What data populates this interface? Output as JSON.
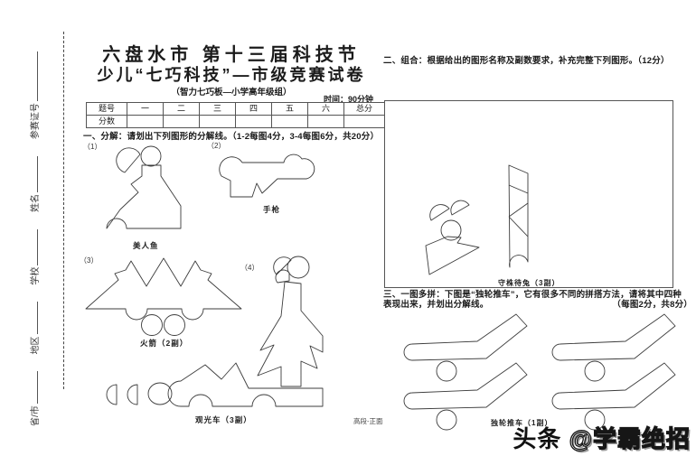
{
  "sidebar": {
    "fields": [
      {
        "label": "省/市"
      },
      {
        "label": "地区"
      },
      {
        "label": "学校"
      },
      {
        "label": "姓名"
      },
      {
        "label": "参赛证号"
      }
    ]
  },
  "header": {
    "title_line1": "六盘水市 第十三届科技节",
    "title_line2": "少儿“七巧科技”—市级竞赛试卷",
    "subtitle": "（智力七巧板—小学高年级组）",
    "time_note": "时间：90分钟"
  },
  "score_table": {
    "header_row": [
      "题号",
      "一",
      "二",
      "三",
      "四",
      "五",
      "六",
      "总分"
    ],
    "score_label": "分数"
  },
  "section1": {
    "heading": "一、分解：请划出下列图形的分解线。（1-2每图4分，3-4每图6分，共20分）",
    "figures": [
      {
        "num": "（1）",
        "label": "美人鱼"
      },
      {
        "num": "（2）",
        "label": "手枪"
      },
      {
        "num": "（3）",
        "label": "火箭（2副）"
      },
      {
        "num": "（4）",
        "label": "观光车（3副）"
      }
    ]
  },
  "section2": {
    "heading": "二、组合：根据给出的图形名称及副数要求，补充完整下列图形。（12分）",
    "figure_label": "守株待兔（3副）"
  },
  "section3": {
    "heading_line1": "三、一图多拼：下图是“独轮推车”，它有很多不同的拼搭方法，请将其中四种",
    "heading_line2": "表现出来，并划出分解线。",
    "score_note": "（每图2分，共8分）",
    "figure_label": "独轮推车（1副）"
  },
  "footer": {
    "page_label": "高段-正面"
  },
  "watermark": {
    "prefix": "头条 ",
    "handle": "@学霸绝招"
  }
}
